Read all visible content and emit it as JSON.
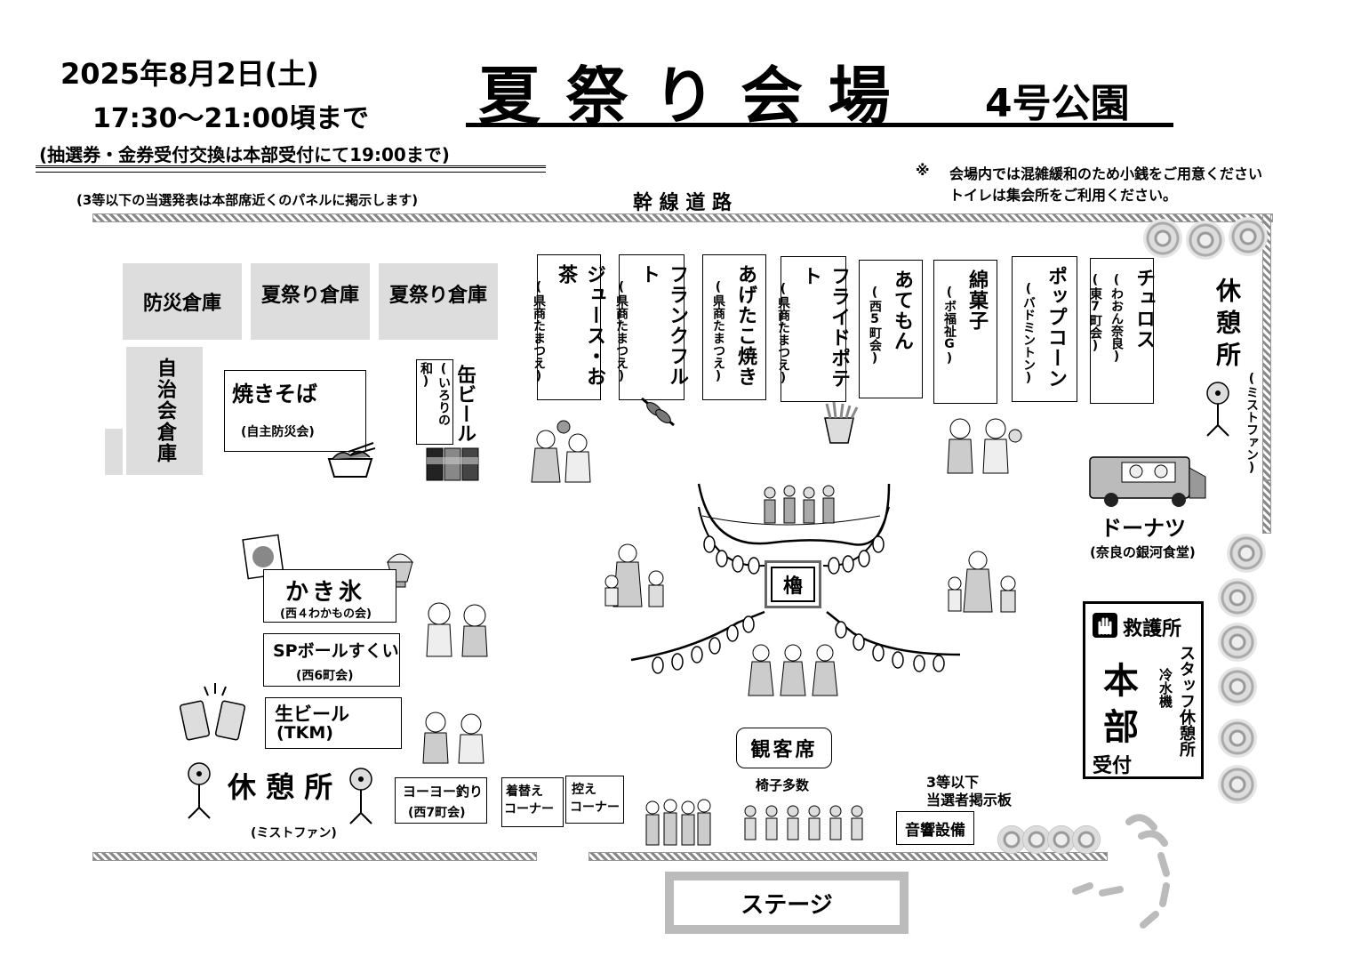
{
  "header": {
    "date": "2025年8月2日(土)",
    "time": "17:30～21:00頃まで",
    "note": "(抽選券・金券受付交換は本部受付にて19:00まで)",
    "subnote": "(3等以下の当選発表は本部席近くのパネルに掲示します)",
    "title": "夏 祭 り 会 場",
    "venue": "4号公園",
    "road": "幹 線 道 路",
    "notice_mark": "※",
    "notice_line1": "会場内では混雑緩和のため小銭をご用意ください",
    "notice_line2": "トイレは集会所をご利用ください。"
  },
  "storage": {
    "bousai": "防災倉庫",
    "natsu1": "夏祭り倉庫",
    "natsu2": "夏祭り倉庫",
    "jichikai": "自治会倉庫"
  },
  "booths_top": [
    {
      "name": "ジュース・お茶",
      "org": "(県商たまつえ)"
    },
    {
      "name": "フランクフルト",
      "org": "(県商たまつえ)"
    },
    {
      "name": "あげたこ焼き",
      "org": "(県商たまつえ)"
    },
    {
      "name": "フライドポテト",
      "org": "(県商たまつえ)"
    },
    {
      "name": "あてもん",
      "org": "(西5町会)"
    },
    {
      "name": "綿菓子",
      "org": "(ボ福祉G)"
    },
    {
      "name": "ポップコーン",
      "org": "(バドミントン)"
    },
    {
      "name": "チュロス",
      "org": "(わおん奈良)",
      "org2": "(東7町会)"
    }
  ],
  "yakisoba": {
    "name": "焼きそば",
    "org": "(自主防災会)"
  },
  "kanbeer": {
    "name": "缶ビール",
    "org": "(いろりの和)"
  },
  "rest_right": {
    "label": "休憩所",
    "sub": "(ミストファン)"
  },
  "donuts": {
    "name": "ドーナツ",
    "org": "(奈良の銀河食堂)"
  },
  "yagura": "櫓",
  "kakigori": {
    "name": "かき氷",
    "org": "(西４わかもの会)"
  },
  "sp_ball": {
    "name": "SPボールすくい",
    "org": "(西6町会)"
  },
  "nama_beer": {
    "name": "生ビール",
    "org": "(TKM)"
  },
  "rest_left": {
    "label": "休 憩 所",
    "sub": "(ミストファン)"
  },
  "yoyo": {
    "name": "ヨーヨー釣り",
    "org": "(西7町会)"
  },
  "kigae": {
    "line1": "着替え",
    "line2": "コーナー"
  },
  "hikae": {
    "line1": "控え",
    "line2": "コーナー"
  },
  "kankyaku": {
    "name": "観客席",
    "sub": "椅子多数"
  },
  "board": {
    "line1": "3等以下",
    "line2": "当選者掲示板"
  },
  "onkyo": "音響設備",
  "stage": "ステージ",
  "honbu": {
    "kyugo": "救護所",
    "main1": "本",
    "main2": "部",
    "uketsuke": "受付",
    "staff": "スタッフ休憩所",
    "water": "冷水機"
  }
}
